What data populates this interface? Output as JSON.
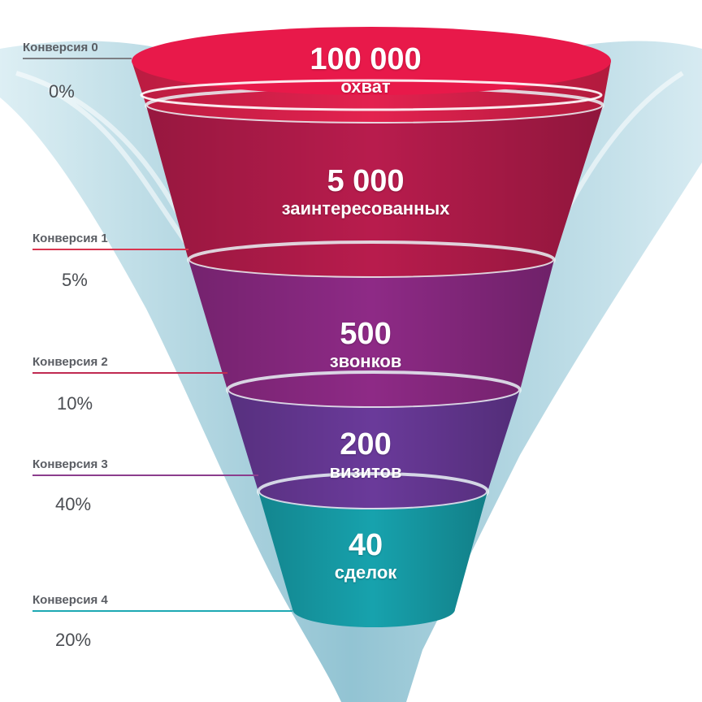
{
  "funnel": {
    "stages": [
      {
        "value": "100 000",
        "label": "охват"
      },
      {
        "value": "5 000",
        "label": "заинтересованных"
      },
      {
        "value": "500",
        "label": "звонков"
      },
      {
        "value": "200",
        "label": "визитов"
      },
      {
        "value": "40",
        "label": "сделок"
      }
    ],
    "conversions": [
      {
        "label": "Конверсия 0",
        "value": "0%"
      },
      {
        "label": "Конверсия 1",
        "value": "5%"
      },
      {
        "label": "Конверсия 2",
        "value": "10%"
      },
      {
        "label": "Конверсия 3",
        "value": "40%"
      },
      {
        "label": "Конверсия 4",
        "value": "20%"
      }
    ],
    "colors": {
      "stage1": "#e3224f",
      "stage2": "#b81c4d",
      "stage3": "#8e2a86",
      "stage4": "#6a3a9a",
      "stage5": "#17a2ad",
      "line0": "#7d7f84",
      "line1": "#d9354f",
      "line2": "#c02a52",
      "line3": "#8b3d8d",
      "line4": "#1da8b3",
      "water": "#8fc6d4"
    }
  }
}
